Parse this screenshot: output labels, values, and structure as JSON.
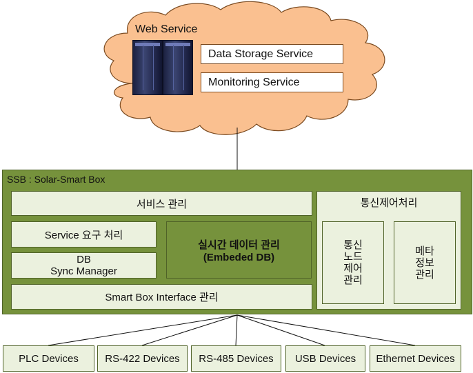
{
  "web_service": {
    "title": "Web Service",
    "services": [
      "Data Storage Service",
      "Monitoring Service"
    ]
  },
  "ssb": {
    "title": "SSB : Solar-Smart Box",
    "service_mgmt": "서비스 관리",
    "service_request": "Service 요구 처리",
    "db_sync": [
      "DB",
      "Sync Manager"
    ],
    "realtime": [
      "실시간 데이터 관리",
      "(Embeded DB)"
    ],
    "interface": "Smart Box Interface 관리",
    "comm_panel": {
      "title": "통신제어처리",
      "node_control": [
        "통신",
        "노드",
        "제어",
        "관리"
      ],
      "meta_info": [
        "메타",
        "정보",
        "관리"
      ]
    }
  },
  "devices": [
    "PLC Devices",
    "RS-422 Devices",
    "RS-485 Devices",
    "USB Devices",
    "Ethernet Devices"
  ],
  "colors": {
    "cloud_fill": "#fac090",
    "cloud_stroke": "#7a4a20",
    "ssb_fill": "#76923c",
    "box_fill": "#ebf1de"
  }
}
